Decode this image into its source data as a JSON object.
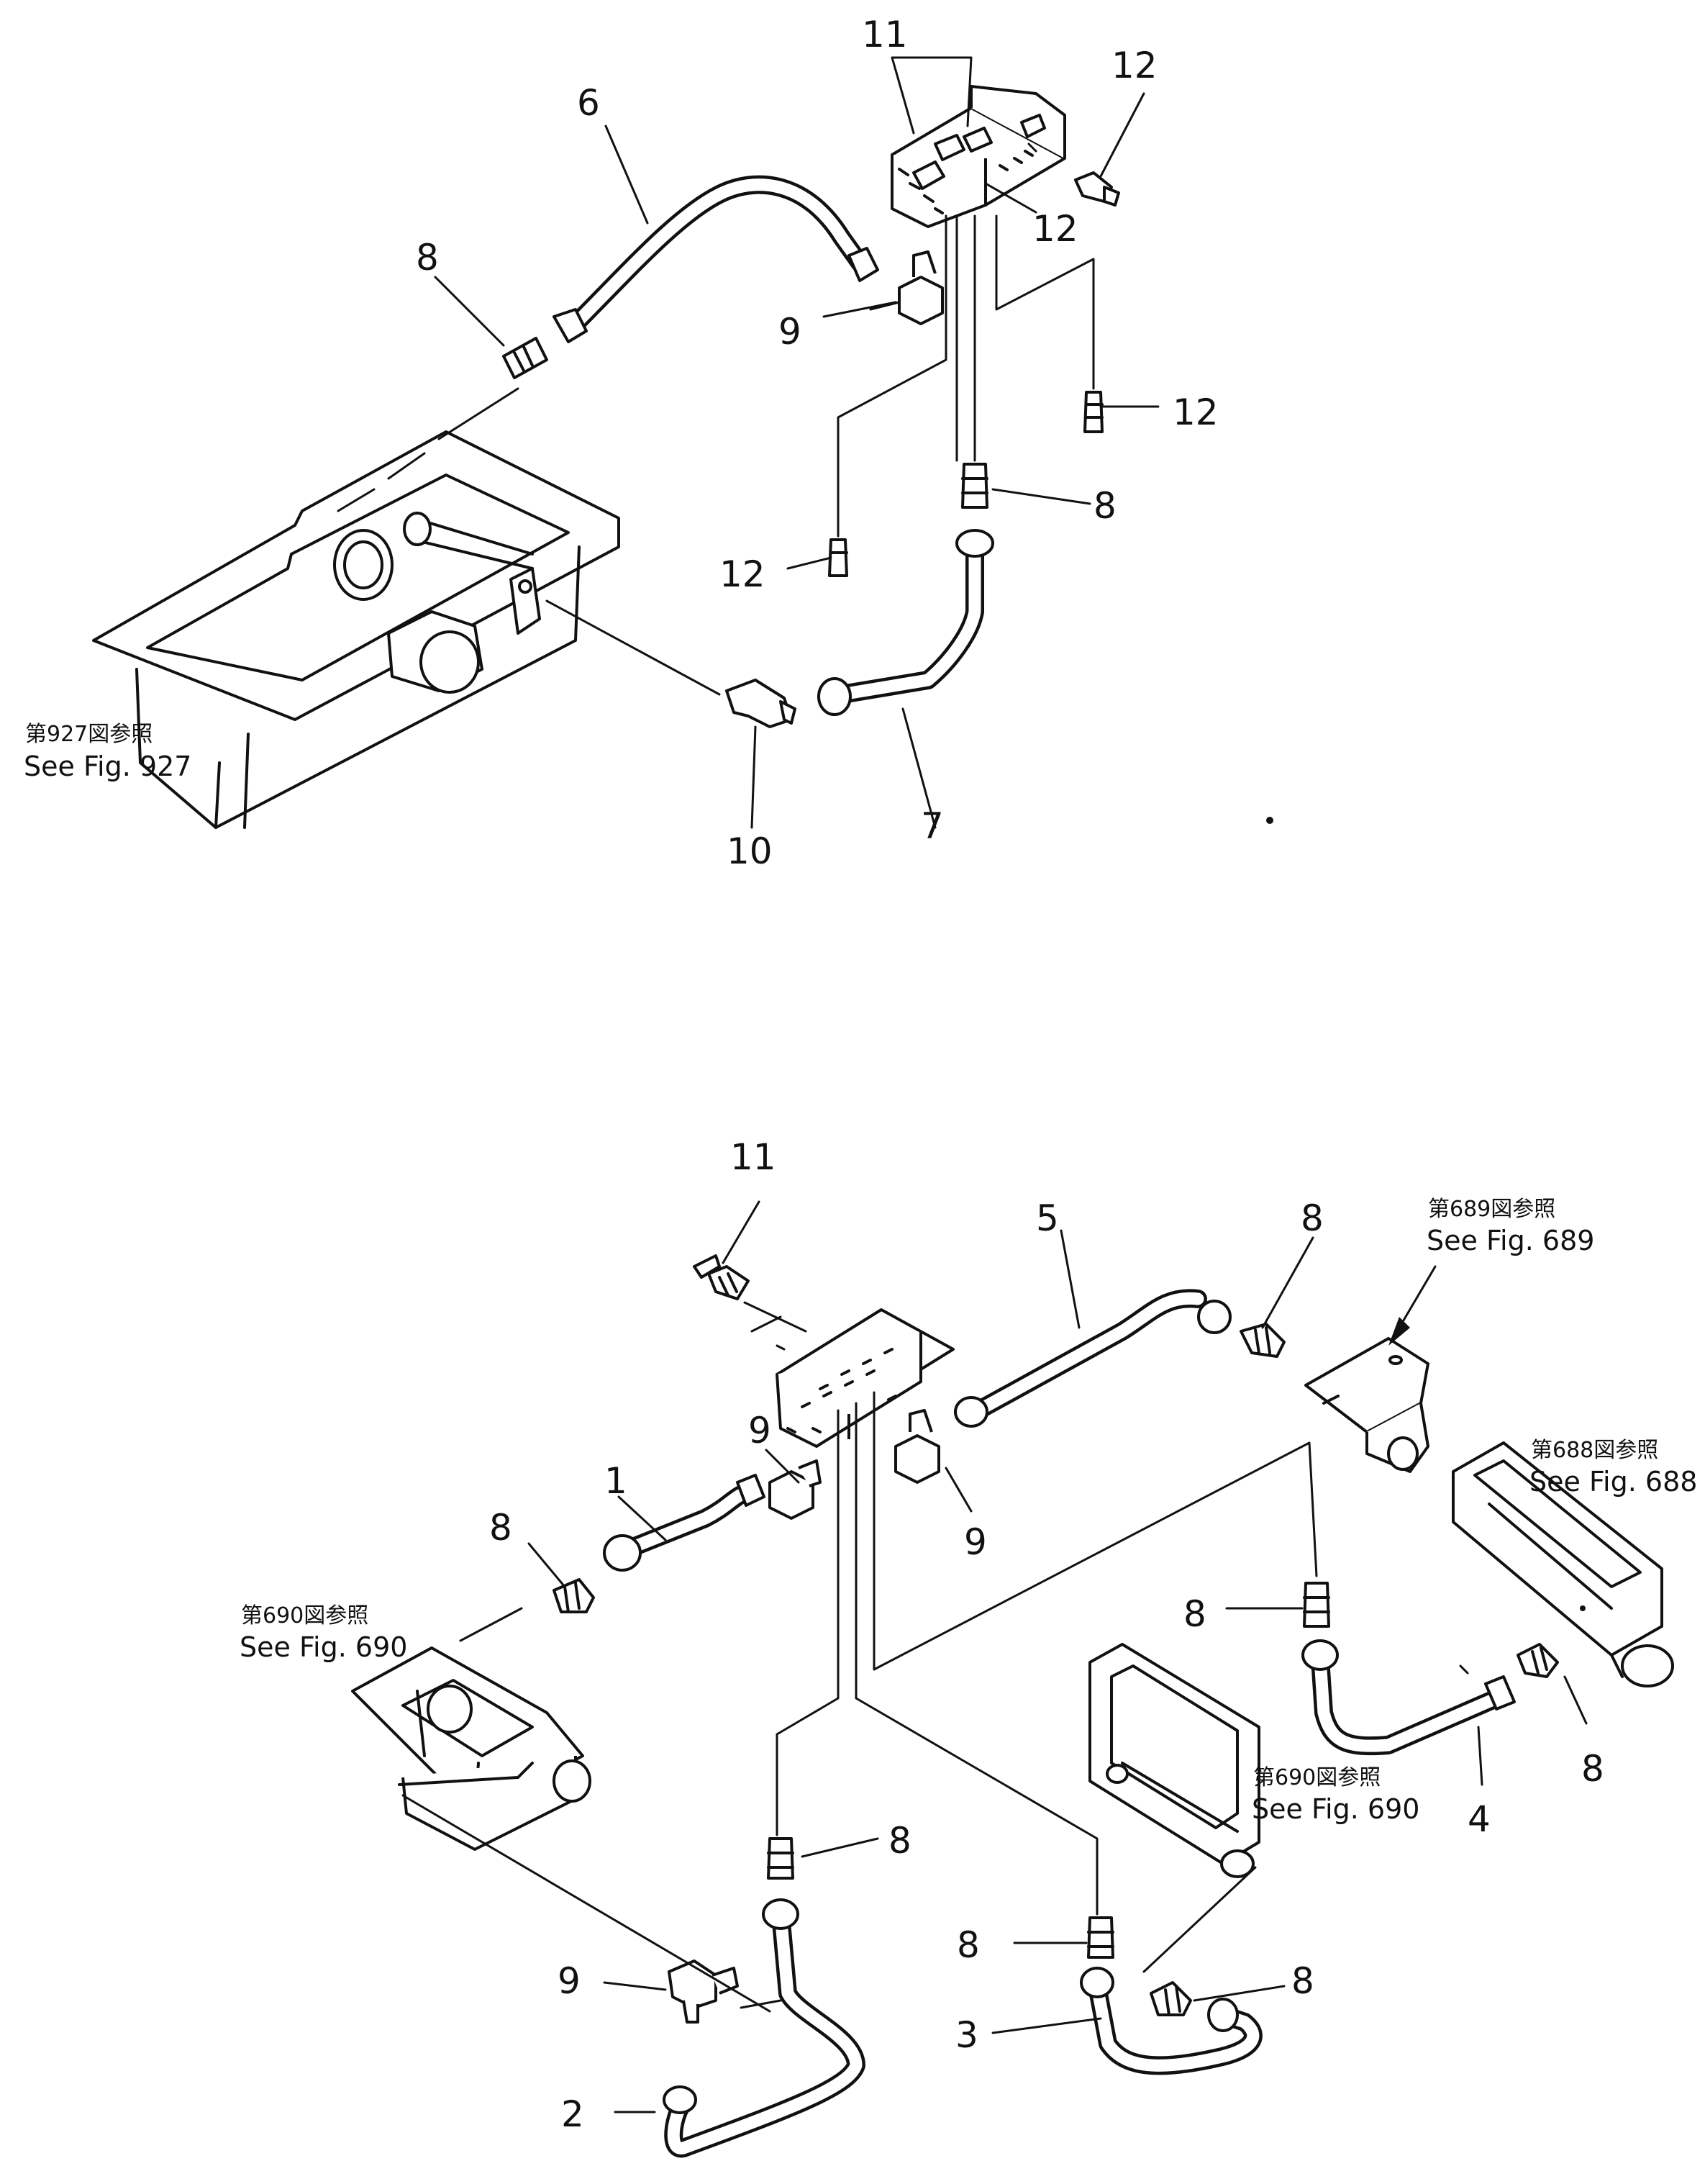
{
  "callouts": {
    "c6": "6",
    "c11a": "11",
    "c12a": "12",
    "c12b": "12",
    "c8a": "8",
    "c9a": "9",
    "c12c": "12",
    "c8b": "8",
    "c12d": "12",
    "c10": "10",
    "c7": "7",
    "c11b": "11",
    "c5": "5",
    "c8c": "8",
    "c9b": "9",
    "c1": "1",
    "c8d": "8",
    "c9c": "9",
    "c8e": "8",
    "c8f": "8",
    "c4": "4",
    "c8g": "8",
    "c8h": "8",
    "c8i": "8",
    "c9d": "9",
    "c3": "3",
    "c2": "2"
  },
  "references": {
    "fig927": {
      "jp": "第927図参照",
      "en": "See Fig. 927"
    },
    "fig689": {
      "jp": "第689図参照",
      "en": "See Fig. 689"
    },
    "fig688": {
      "jp": "第688図参照",
      "en": "See Fig. 688"
    },
    "fig690a": {
      "jp": "第690図参照",
      "en": "See Fig. 690"
    },
    "fig690b": {
      "jp": "第690図参照",
      "en": "See Fig. 690"
    }
  }
}
